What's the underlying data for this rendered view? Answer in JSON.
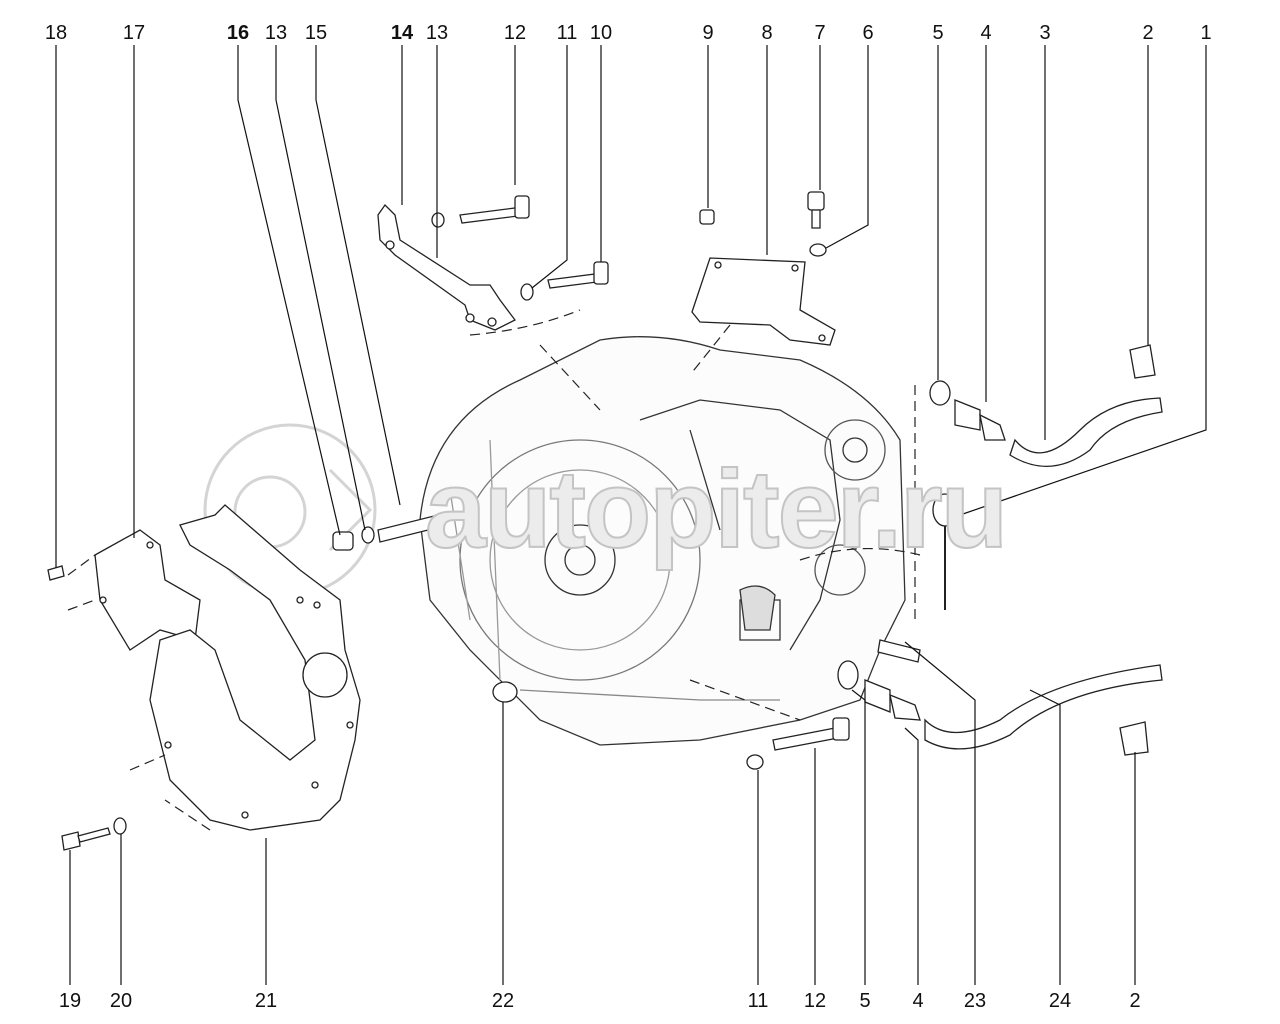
{
  "diagram": {
    "watermark": "autopiter.ru",
    "top_callouts": [
      "18",
      "17",
      "16",
      "13",
      "15",
      "14",
      "13",
      "12",
      "11",
      "10",
      "9",
      "8",
      "7",
      "6",
      "5",
      "4",
      "3",
      "2",
      "1"
    ],
    "bottom_callouts": [
      "19",
      "20",
      "21",
      "22",
      "11",
      "12",
      "5",
      "4",
      "23",
      "24",
      "2"
    ]
  }
}
